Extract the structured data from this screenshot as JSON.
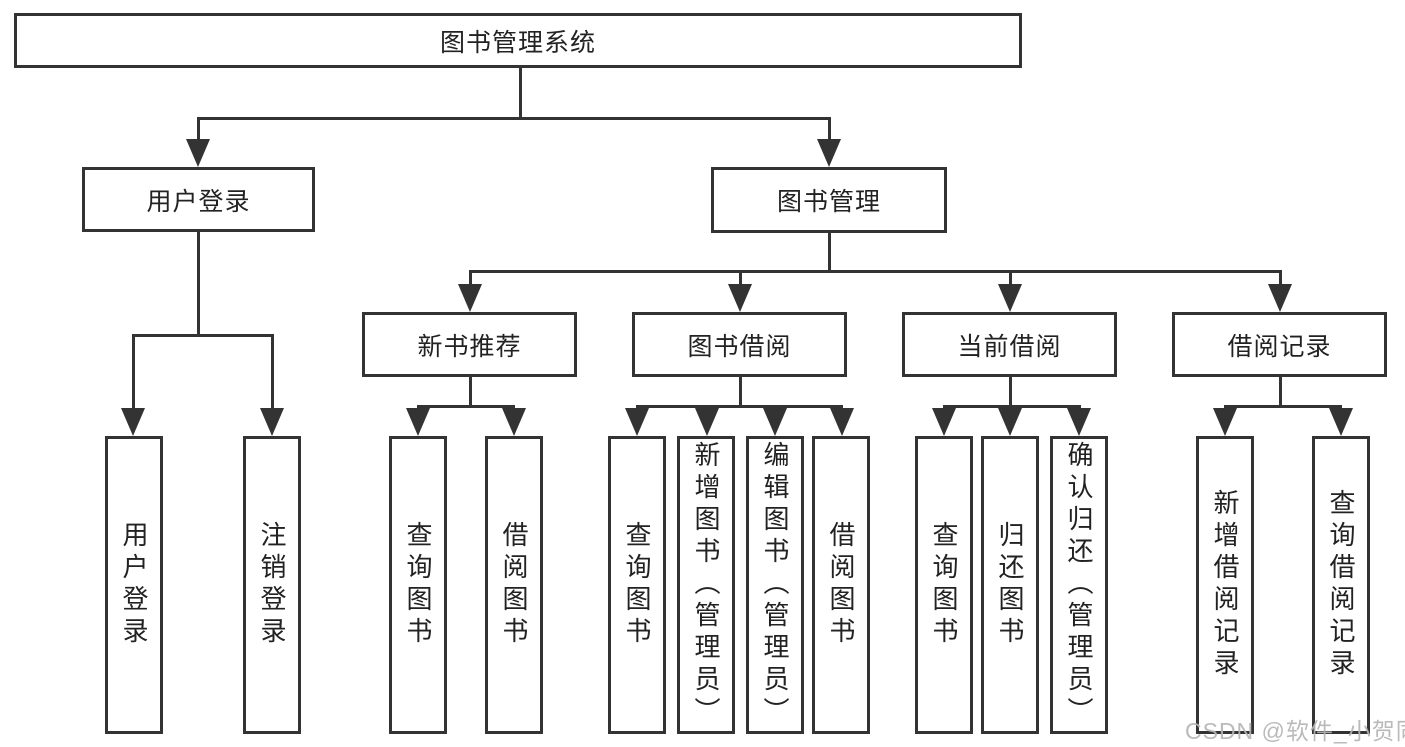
{
  "diagram": {
    "root": {
      "label": "图书管理系统"
    },
    "level2": [
      {
        "label": "用户登录"
      },
      {
        "label": "图书管理"
      }
    ],
    "level3": [
      {
        "label": "新书推荐"
      },
      {
        "label": "图书借阅"
      },
      {
        "label": "当前借阅"
      },
      {
        "label": "借阅记录"
      }
    ],
    "leaves": {
      "user_login": [
        {
          "label": "用户登录"
        },
        {
          "label": "注销登录"
        }
      ],
      "new_book_recommend": [
        {
          "label": "查询图书"
        },
        {
          "label": "借阅图书"
        }
      ],
      "book_borrow": [
        {
          "label": "查询图书"
        },
        {
          "label": "新增图书（管理员）"
        },
        {
          "label": "编辑图书（管理员）"
        },
        {
          "label": "借阅图书"
        }
      ],
      "current_borrow": [
        {
          "label": "查询图书"
        },
        {
          "label": "归还图书"
        },
        {
          "label": "确认归还（管理员）"
        }
      ],
      "borrow_records": [
        {
          "label": "新增借阅记录"
        },
        {
          "label": "查询借阅记录"
        }
      ]
    }
  },
  "watermark": {
    "text": "CSDN @软件_小贺同学"
  },
  "colors": {
    "line": "#333333",
    "text": "#222222",
    "background": "#ffffff",
    "watermark": "#b5b5b5"
  }
}
